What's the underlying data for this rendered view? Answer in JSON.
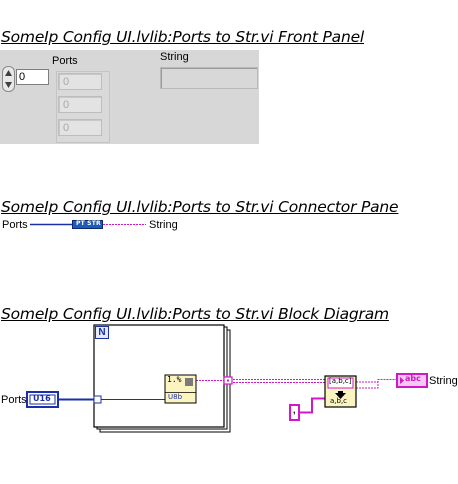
{
  "headings": {
    "front_panel": "SomeIp Config UI.lvlib:Ports to Str.vi Front Panel",
    "connector_pane": "SomeIp Config UI.lvlib:Ports to Str.vi Connector Pane",
    "block_diagram": "SomeIp Config UI.lvlib:Ports to Str.vi Block Diagram"
  },
  "front_panel": {
    "index_value": "0",
    "ports_label": "Ports",
    "ports_values": [
      "0",
      "0",
      "0"
    ],
    "string_label": "String",
    "string_value": ""
  },
  "connector_pane": {
    "input_label": "Ports",
    "icon_text": "PT STR",
    "output_label": "String"
  },
  "block_diagram": {
    "loop_label": "N",
    "input_label": "Ports",
    "input_type": "U16",
    "format_icon_text": "1.% ",
    "format_type": "U8b",
    "concat_top": "[a,b,c]",
    "concat_bottom": "a,b,c",
    "separator_value": ",",
    "output_label": "String",
    "output_type": "abc"
  },
  "colors": {
    "panel_bg": "#d7d7d7",
    "int_wire": "#1a2fa8",
    "string_wire": "#d018c8",
    "string_terminal_fill": "#f6c8f2",
    "format_node_fill": "#fbf3c0"
  }
}
